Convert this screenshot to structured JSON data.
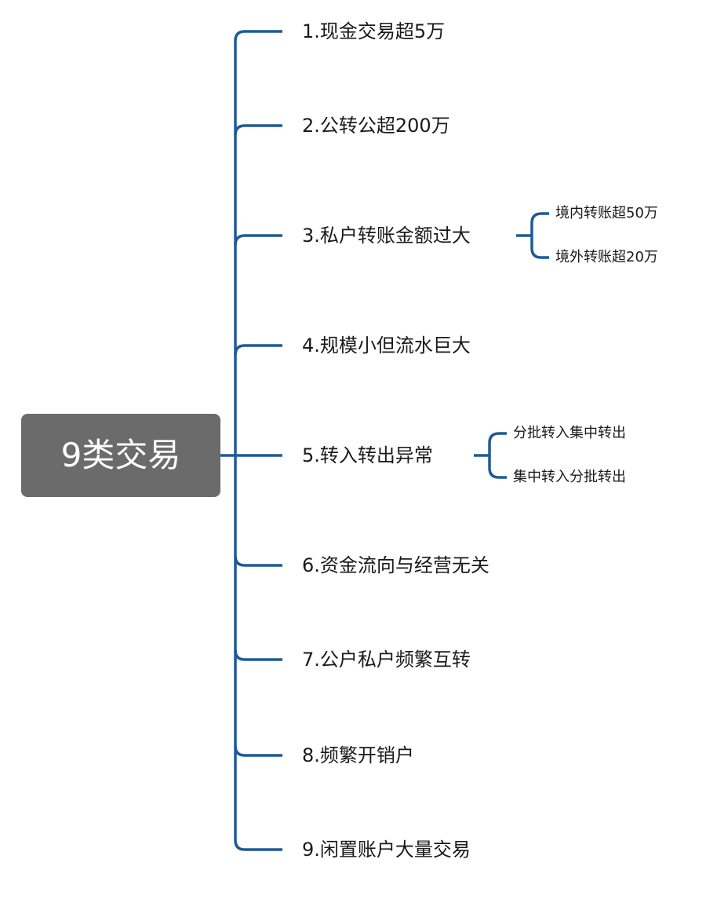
{
  "root": {
    "label": "9类交易"
  },
  "branches": [
    {
      "label": "1.现金交易超5万",
      "children": []
    },
    {
      "label": "2.公转公超200万",
      "children": []
    },
    {
      "label": "3.私户转账金额过大",
      "children": [
        "境内转账超50万",
        "境外转账超20万"
      ]
    },
    {
      "label": "4.规模小但流水巨大",
      "children": []
    },
    {
      "label": "5.转入转出异常",
      "children": [
        "分批转入集中转出",
        "集中转入分批转出"
      ]
    },
    {
      "label": "6.资金流向与经营无关",
      "children": []
    },
    {
      "label": "7.公户私户频繁互转",
      "children": []
    },
    {
      "label": "8.频繁开销户",
      "children": []
    },
    {
      "label": "9.闲置账户大量交易",
      "children": []
    }
  ],
  "colors": {
    "connector": "#1f5a96",
    "root_fill": "#6b6b6b",
    "root_text": "#ffffff",
    "text": "#1a1a1a"
  }
}
